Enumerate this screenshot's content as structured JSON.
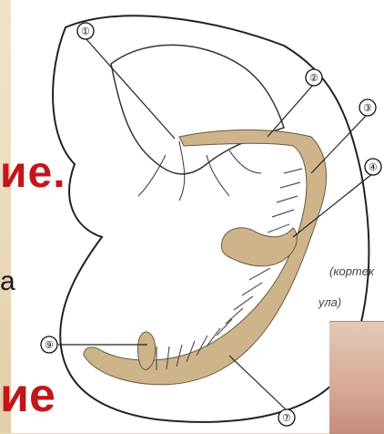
{
  "heading_fragment_top": "ие.",
  "body_text_fragment": "а",
  "heading_fragment_bottom": "ие",
  "micro_labels": {
    "cortex": "(кортек",
    "medulla": "ула)"
  },
  "callouts": [
    "①",
    "②",
    "③",
    "④",
    "⑨",
    "⑦"
  ],
  "colors": {
    "heading_red": "#c0171c",
    "tissue_tan": "#cdb48b",
    "background_beige": "#e9d9b9"
  }
}
